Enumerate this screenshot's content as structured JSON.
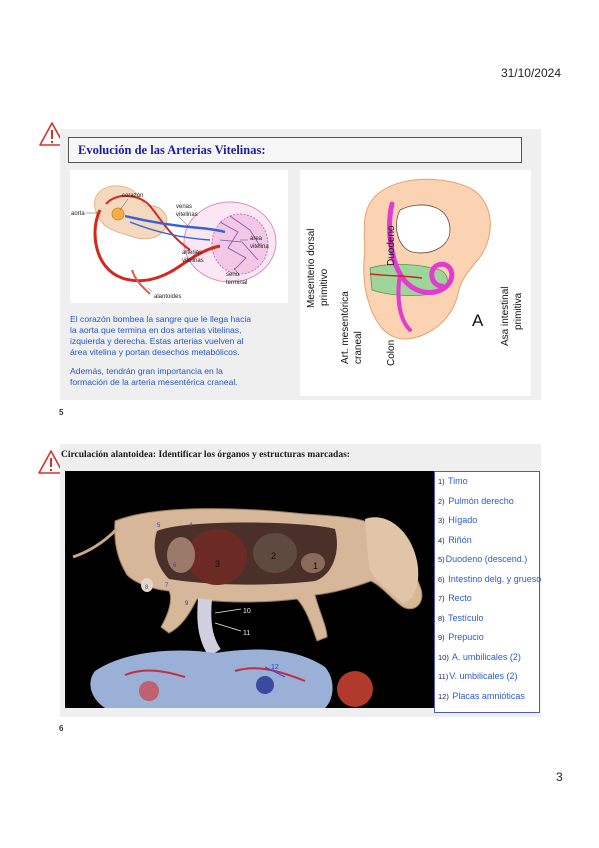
{
  "header": {
    "date": "31/10/2024"
  },
  "slide1": {
    "title": "Evolución de las Arterias Vitelinas:",
    "number": "5",
    "left_figure_labels": {
      "aorta": "aorta",
      "corazon": "corazón",
      "venas": "venas",
      "vitelinas_venas": "vitelinas",
      "area": "área",
      "vitelina_area": "vitelina",
      "arterias": "arterias",
      "vitelinas_arterias": "vitelinas",
      "seno": "seno",
      "terminal": "terminal",
      "alantoides": "alantoides"
    },
    "right_figure_labels": {
      "mesenterio_1": "Mesenterio dorsal",
      "mesenterio_2": "primitivo",
      "art_1": "Art. mesentórica",
      "art_2": "craneal",
      "colon": "Colon",
      "duodeno": "Duodeno",
      "letter": "A",
      "asa_1": "Asa intestinal",
      "asa_2": "primitiva"
    },
    "paragraph1": [
      "El corazón bombea la sangre que le llega hacia",
      "la aorta que termina en dos arterias vitelinas,",
      "izquierda y derecha. Estas arterias vuelven al",
      "área vitelina y portan desechos metabólicos."
    ],
    "paragraph2": [
      "Además, tendrán gran importancia en la",
      "formación de la arteria mesentérica craneal."
    ]
  },
  "slide2": {
    "heading": "Circulación alantoidea: Identificar los órganos y estructuras marcadas:",
    "number": "6",
    "photo_labels": [
      "1",
      "2",
      "3",
      "4",
      "5",
      "6",
      "7",
      "8",
      "9",
      "10",
      "11",
      "12"
    ],
    "list": [
      {
        "num": "1)",
        "label": "Timo"
      },
      {
        "num": "2)",
        "label": "Pulmón derecho"
      },
      {
        "num": "3)",
        "label": "Hígado"
      },
      {
        "num": "4)",
        "label": "Riñón"
      },
      {
        "num": "5)",
        "label": "Duodeno (descend.)"
      },
      {
        "num": "6)",
        "label": "Intestino delg. y grueso"
      },
      {
        "num": "7)",
        "label": "Recto"
      },
      {
        "num": "8)",
        "label": "Testículo"
      },
      {
        "num": "9)",
        "label": "Prepucio"
      },
      {
        "num": "10)",
        "label": "A. umbilicales (2)"
      },
      {
        "num": "11)",
        "label": "V. umbilicales (2)"
      },
      {
        "num": "12)",
        "label": "Placas amnióticas"
      }
    ]
  },
  "footer": {
    "page_number": "3"
  },
  "colors": {
    "title_blue": "#1c1ca8",
    "text_blue": "#2457c8",
    "warning_red": "#d0342c"
  }
}
